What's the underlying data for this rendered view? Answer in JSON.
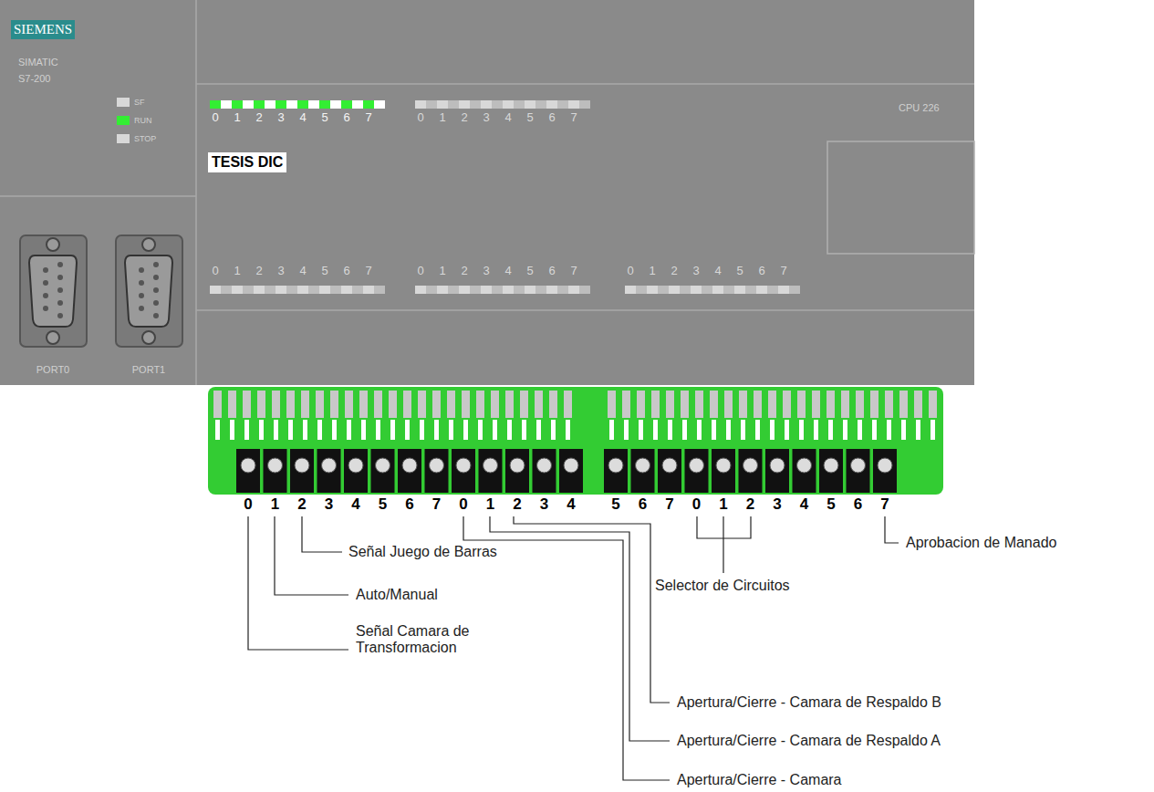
{
  "diagram": {
    "nodes": [
      {
        "text": [
          "SIEMENS"
        ]
      },
      {
        "text": [
          "TESIS DIC"
        ]
      }
    ],
    "labels": [
      "SIMATIC",
      "S7-200",
      "SF",
      "RUN",
      "STOP",
      "CPU 226",
      "PORT0",
      "PORT1",
      "0",
      "1",
      "2",
      "3",
      "4",
      "5",
      "6",
      "7",
      "0",
      "1",
      "2",
      "3",
      "4",
      "5",
      "6",
      "7",
      "0",
      "1",
      "2",
      "3",
      "4",
      "5",
      "6",
      "7",
      "0",
      "1",
      "2",
      "3",
      "4",
      "5",
      "6",
      "7",
      "0",
      "1",
      "2",
      "3",
      "4",
      "5",
      "6",
      "7",
      "0",
      "1",
      "2",
      "3",
      "4",
      "5",
      "6",
      "7",
      "0",
      "1",
      "2",
      "3",
      "4",
      "5",
      "6",
      "7",
      "0",
      "1",
      "2",
      "3",
      "4",
      "5",
      "6",
      "7",
      "Señal Juego de Barras",
      "Auto/Manual",
      "Señal Camara de Transformacion",
      "Selector de Circuitos",
      "Aprobacion de Manado",
      "Apertura/Cierre - Camara de Respaldo B",
      "Apertura/Cierre - Camara de Respaldo A",
      "Apertura/Cierre - Camara"
    ]
  }
}
